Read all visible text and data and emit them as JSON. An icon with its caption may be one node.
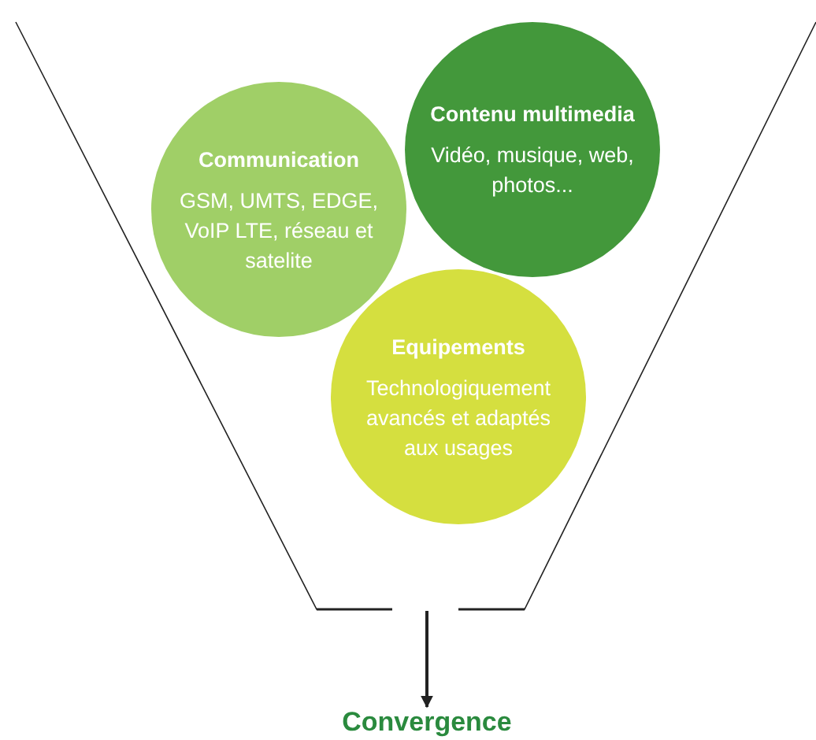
{
  "diagram": {
    "nodes": [
      {
        "text": [
          "Communication",
          "GSM, UMTS, EDGE, VoIP LTE, réseau et satelite"
        ]
      },
      {
        "text": [
          "Contenu multimedia",
          "Vidéo, musique, web, photos..."
        ]
      },
      {
        "text": [
          "Equipements",
          "Technologiquement avancés et adaptés aux usages"
        ]
      },
      {
        "text": [
          "Convergence"
        ]
      }
    ],
    "edges": [
      {
        "from": null,
        "to": 3,
        "arrow": "to"
      }
    ]
  }
}
